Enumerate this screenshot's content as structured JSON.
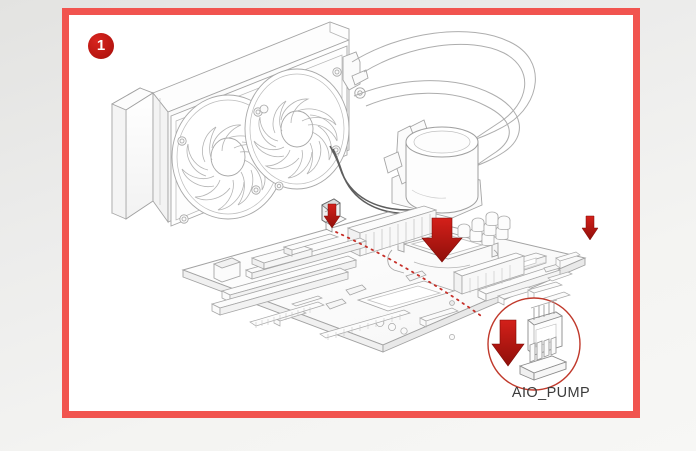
{
  "page": {
    "background_color": "#ececeb",
    "type": "installation-instruction-figure"
  },
  "figure": {
    "frame_color": "#f1544f",
    "frame_background": "#ffffff",
    "step_number": "1",
    "step_badge_color": "#b61510",
    "title": "",
    "line_art_color": "#9a9a9a",
    "accent_color": "#cc1f1f"
  },
  "callout": {
    "label": "AIO_PUMP",
    "label_color": "#3b3b3b",
    "circle_stroke": "#c0392b",
    "arrow_color": "#b71c16",
    "leader_line_style": "red-dotted"
  },
  "components": {
    "radiator": "radiator-with-two-fans",
    "fans": [
      "fan-left",
      "fan-right"
    ],
    "tubes": [
      "coolant-tube-upper",
      "coolant-tube-lower"
    ],
    "pump": "cpu-water-block-pump",
    "motherboard": "atx-motherboard",
    "cpu_socket": "lga-cpu-socket",
    "connector_cable": "aio-pump-4pin-cable",
    "header": "aio-pump-4pin-header",
    "ram_slots": "dimm-slots",
    "pcie_slots": "pcie-expansion-slots"
  },
  "arrows": {
    "pump_down_arrow": "red-down-arrow-to-socket",
    "cable_down_arrow": "red-down-arrow-to-header",
    "callout_down_arrow": "red-down-arrow-connector-insert"
  }
}
